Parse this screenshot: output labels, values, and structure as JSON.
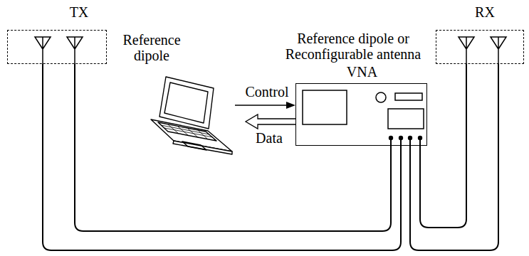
{
  "diagram": {
    "nodes": [
      {
        "text": [
          "TX",
          "Reference dipole"
        ]
      },
      {
        "text": [
          "RX",
          "Reference dipole or Reconfigurable antenna"
        ]
      },
      {
        "text": [
          "VNA"
        ]
      }
    ],
    "edges": [
      {
        "from": 0,
        "to": 2,
        "arrow": "none"
      },
      {
        "from": 0,
        "to": 2,
        "arrow": "none"
      },
      {
        "from": 1,
        "to": 2,
        "arrow": "none"
      },
      {
        "from": 1,
        "to": 2,
        "arrow": "none"
      }
    ],
    "labels": [
      "Control",
      "Data"
    ]
  }
}
